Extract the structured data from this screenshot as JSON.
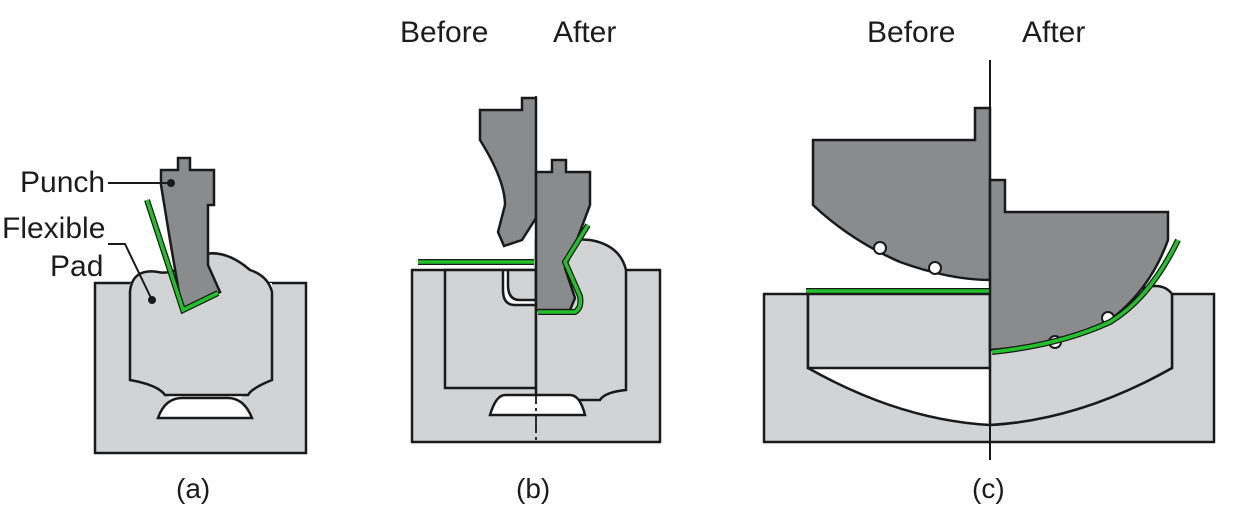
{
  "labels": {
    "punch": "Punch",
    "flexible_pad_line1": "Flexible",
    "flexible_pad_line2": "Pad",
    "before_b": "Before",
    "after_b": "After",
    "before_c": "Before",
    "after_c": "After"
  },
  "captions": {
    "a": "(a)",
    "b": "(b)",
    "c": "(c)"
  },
  "colors": {
    "die": "#d2d3d4",
    "punch": "#8a8b8d",
    "sheet": "#22c02a",
    "outline": "#1a1a1a"
  }
}
